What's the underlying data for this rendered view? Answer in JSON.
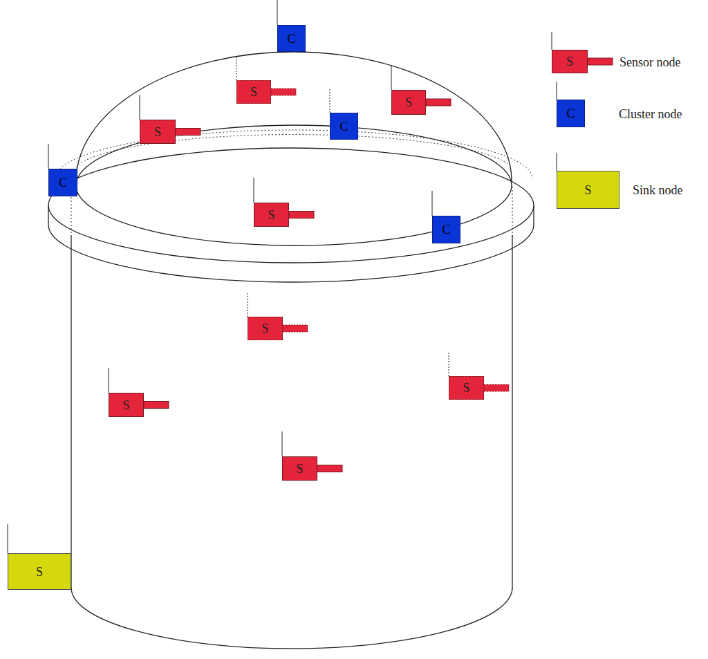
{
  "diagram": {
    "nodes": [
      {
        "text": [
          "C"
        ]
      },
      {
        "text": [
          "S"
        ]
      },
      {
        "text": [
          "S"
        ]
      },
      {
        "text": [
          "S"
        ]
      },
      {
        "text": [
          "C"
        ]
      },
      {
        "text": [
          "C"
        ]
      },
      {
        "text": [
          "S"
        ]
      },
      {
        "text": [
          "C"
        ]
      },
      {
        "text": [
          "S"
        ]
      },
      {
        "text": [
          "S"
        ]
      },
      {
        "text": [
          "S"
        ]
      },
      {
        "text": [
          "S"
        ]
      },
      {
        "text": [
          "S"
        ]
      }
    ],
    "labels": [
      "S",
      "C",
      "S"
    ],
    "legend": [
      {
        "text": "Sensor node"
      },
      {
        "text": "Cluster node",
        "color": "#0b34d6"
      },
      {
        "text": "Sink node",
        "color": "#d4d80c"
      }
    ]
  }
}
